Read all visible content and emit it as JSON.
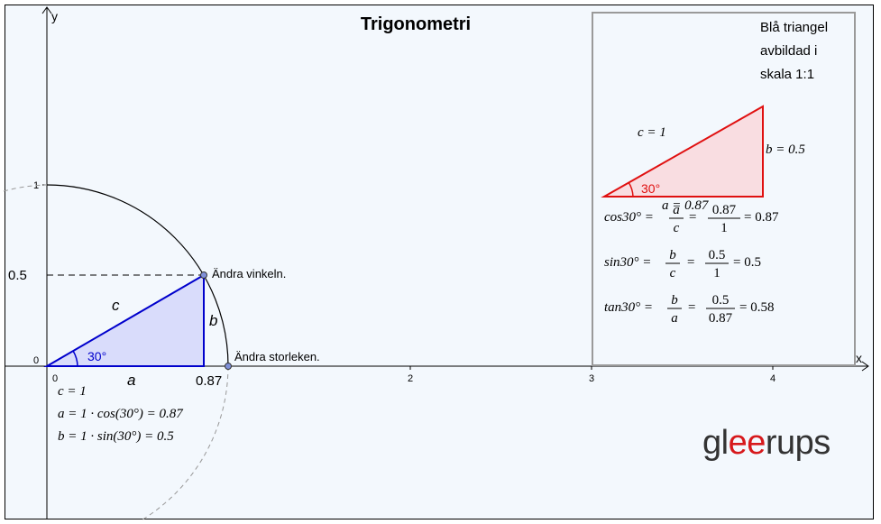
{
  "title": "Trigonometri",
  "axes": {
    "x_label": "x",
    "y_label": "y",
    "x_ticks": [
      "0",
      "2",
      "3",
      "4"
    ],
    "y_ticks": [
      "1",
      "0"
    ]
  },
  "main": {
    "y_value_label": "0.5",
    "x_value_label": "0.87",
    "origin_label": "0",
    "angle_label": "30°",
    "side_a": "a",
    "side_b": "b",
    "side_c": "c",
    "point_angle_label": "Ändra vinkeln.",
    "point_size_label": "Ändra storleken.",
    "formulas": [
      "c = 1",
      "a = 1 · cos(30°) = 0.87",
      "b = 1 · sin(30°) = 0.5"
    ]
  },
  "panel": {
    "caption": [
      "Blå triangel",
      "avbildad i",
      "skala 1:1"
    ],
    "c_label": "c = 1",
    "b_label": "b = 0.5",
    "a_label": "a = 0.87",
    "angle_label": "30°",
    "cos": {
      "lhs": "cos30° =",
      "num1": "a",
      "den1": "c",
      "num2": "0.87",
      "den2": "1",
      "result": "= 0.87"
    },
    "sin": {
      "lhs": "sin30° =",
      "num1": "b",
      "den1": "c",
      "num2": "0.5",
      "den2": "1",
      "result": "= 0.5"
    },
    "tan": {
      "lhs": "tan30° =",
      "num1": "b",
      "den1": "a",
      "num2": "0.5",
      "den2": "0.87",
      "result": "= 0.58"
    }
  },
  "logo": "gleerups",
  "colors": {
    "blue": "#0000cc",
    "blue_fill": "#d9dcfb",
    "red": "#e01010",
    "red_fill": "#f9dde1",
    "panel_border": "#9a9a9a",
    "background": "#f3f8fd"
  }
}
